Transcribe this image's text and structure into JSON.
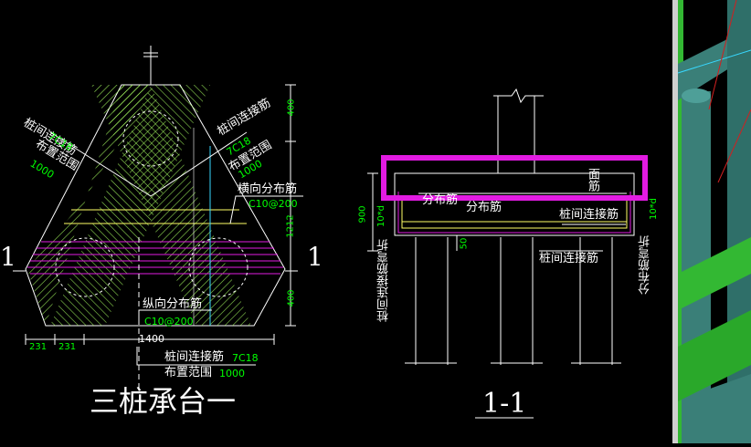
{
  "plan": {
    "title": "三桩承台一",
    "section_mark": "1",
    "label_left": "桩间连接筋",
    "label_left_spec": "7C18",
    "label_left_range": "布置范围",
    "label_left_range_val": "1000",
    "label_right": "桩间连接筋",
    "label_right_spec": "7C18",
    "label_right_range": "布置范围",
    "label_right_range_val": "1000",
    "horiz_dist": "横向分布筋",
    "horiz_dist_spec": "C10@200",
    "vert_dist": "纵向分布筋",
    "vert_dist_spec": "C10@200",
    "bottom_bar": "桩间连接筋",
    "bottom_bar_spec": "7C18",
    "bottom_range": "布置范围",
    "bottom_range_val": "1000",
    "dims": {
      "top": "400",
      "middle": "1212",
      "bottom": "400",
      "width": "1400",
      "left_a": "231",
      "left_b": "231"
    }
  },
  "section": {
    "title": "1-1",
    "height_dim": "900",
    "cover_dim": "50",
    "anchor_left": "10*d",
    "anchor_right": "10*d",
    "label_top_right": "面筋",
    "label_dist": "分布筋",
    "label_dist2": "分布筋",
    "label_connect": "桩间连接筋",
    "label_connect_bottom": "桩间连接筋",
    "label_bend_left": "桩间连接筋弯折",
    "label_bend_right": "分布筋弯折"
  },
  "colors": {
    "background": "#000000",
    "line": "#ffffff",
    "hatch": "#a8ff60",
    "dim": "#00ff00",
    "magenta": "#e21be2",
    "yellow": "#ffff66",
    "cyan": "#38d8ff",
    "highlight": "#e21be2",
    "pile_3d": "#3a7f78",
    "beam_3d": "#33b833",
    "divider": "#d0d0d0"
  }
}
